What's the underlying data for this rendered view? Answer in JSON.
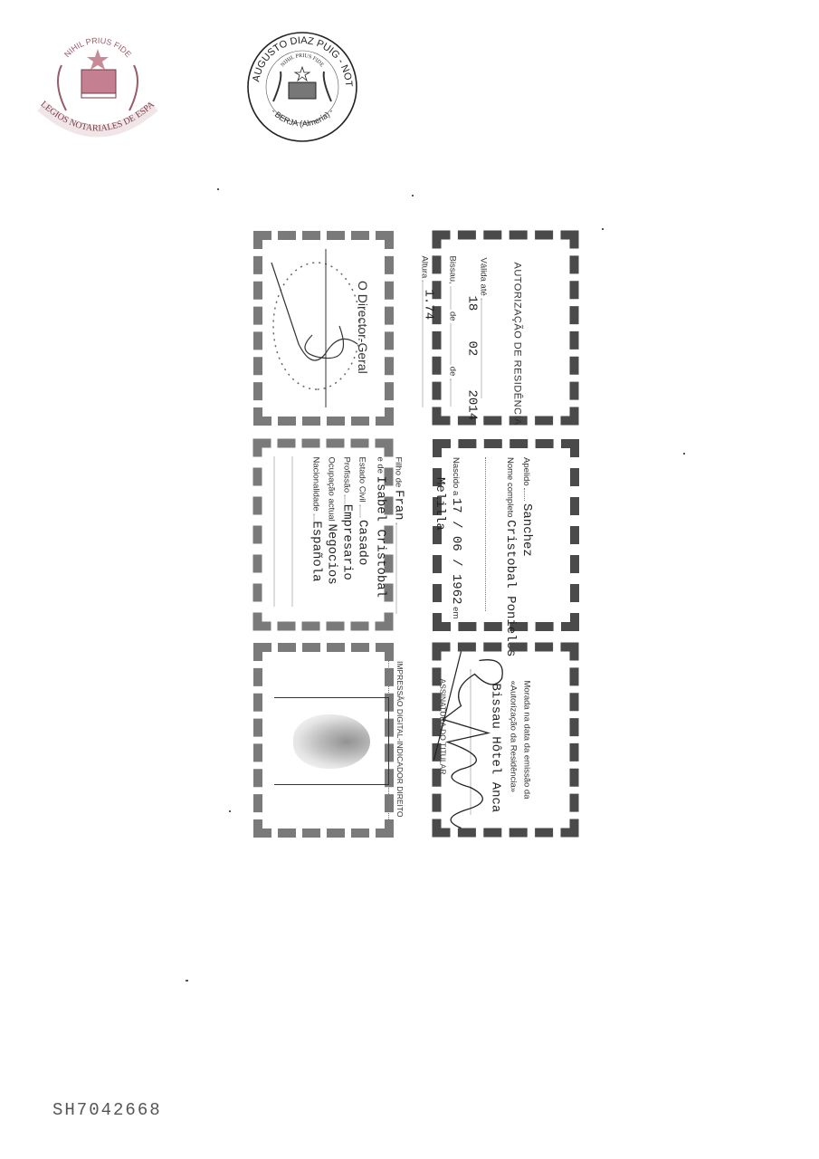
{
  "seals": {
    "left": {
      "motto": "NIHIL PRIUS FIDE",
      "ribbon": "COLEGIOS NOTARIALES DE ESPAÑA",
      "color": "#9a5a66"
    },
    "right": {
      "outer_top": "JUAN AUGUSTO DIAZ PUIG - NOTARIO",
      "outer_bottom": "- BERJA (Almería) -",
      "motto": "NIHIL PRIUS FIDE",
      "color": "#333333"
    }
  },
  "card": {
    "validity": {
      "title": "AUTORIZAÇÃO DE RESIDÊNCIA",
      "valid_until_label": "Válida até",
      "place_label": "Bissau,",
      "de_label": "de",
      "day": "18",
      "month": "02",
      "year": "2014",
      "height_label": "Altura",
      "height": "1.74"
    },
    "director": {
      "title": "O Director-Geral"
    },
    "identity": {
      "surname_label": "Apelido",
      "surname": "Sanchez",
      "full_name_label": "Nome completo",
      "full_name": "Cristobal Ponieles",
      "born_label": "Nascido a",
      "birth_date": "17 / 06 / 1962",
      "born_in_label": "em",
      "birth_place": "Melilla"
    },
    "parents": {
      "father_label": "Filho de",
      "father": "Fran",
      "mother_label": "e de",
      "mother": "Isabel Cristobal",
      "civil_status_label": "Estado Civil",
      "civil_status": "Casado",
      "profession_label": "Profissão",
      "profession": "Empresario",
      "occupation_label": "Ocupação actual",
      "occupation": "Negocios",
      "nationality_label": "Nacionalidade",
      "nationality": "Española"
    },
    "fingerprint": {
      "label": "IMPRESSÃO DIGITAL-INDICADOR DIREITO"
    },
    "address": {
      "label_line1": "Morada na data da emissão da",
      "label_line2": "«Autorização da Residência»",
      "address": "Bissau Hôtel Anca",
      "signature_label": "ASSINATURA DO TITULAR"
    }
  },
  "serial_number": "SH7042668"
}
